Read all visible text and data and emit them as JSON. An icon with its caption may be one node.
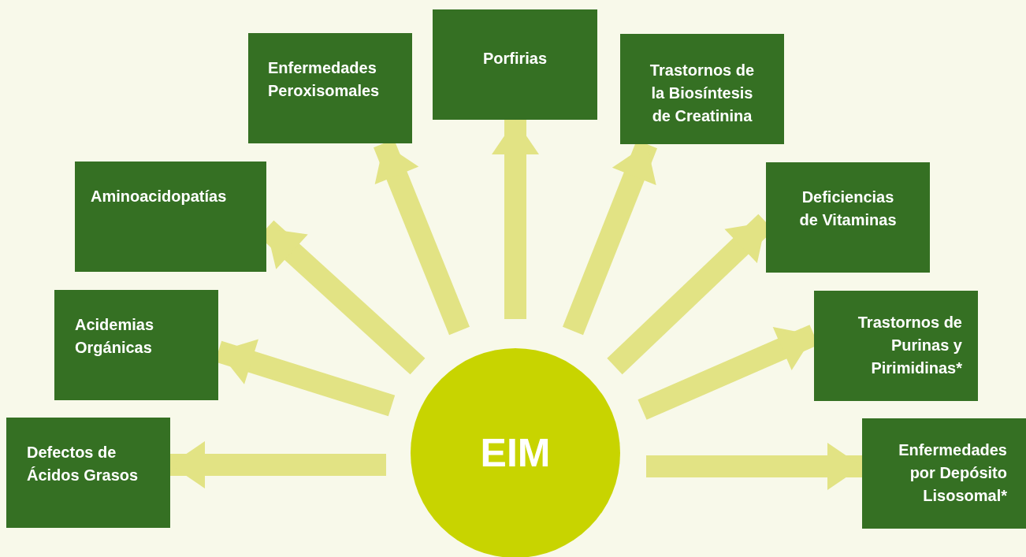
{
  "diagram": {
    "nodes": [
      {
        "text": [
          "EIM"
        ]
      },
      {
        "text": [
          "Defectos de Ácidos Grasos"
        ]
      },
      {
        "text": [
          "Acidemias Orgánicas"
        ]
      },
      {
        "text": [
          "Aminoacidopatías"
        ]
      },
      {
        "text": [
          "Enfermedades Peroxisomales"
        ]
      },
      {
        "text": [
          "Porfirias"
        ]
      },
      {
        "text": [
          "Trastornos de la Biosíntesis de Creatinina"
        ]
      },
      {
        "text": [
          "Deficiencias de Vitaminas"
        ]
      },
      {
        "text": [
          "Trastornos de Purinas y Pirimidinas*"
        ]
      },
      {
        "text": [
          "Enfermedades por Depósito Lisosomal*"
        ]
      }
    ],
    "edges": [
      {
        "from": 0,
        "to": 1,
        "arrow": "to"
      },
      {
        "from": 0,
        "to": 2,
        "arrow": "to"
      },
      {
        "from": 0,
        "to": 3,
        "arrow": "to"
      },
      {
        "from": 0,
        "to": 4,
        "arrow": "to"
      },
      {
        "from": 0,
        "to": 5,
        "arrow": "to"
      },
      {
        "from": 0,
        "to": 6,
        "arrow": "to"
      },
      {
        "from": 0,
        "to": 7,
        "arrow": "to"
      },
      {
        "from": 0,
        "to": 8,
        "arrow": "to"
      },
      {
        "from": 0,
        "to": 9,
        "arrow": "to"
      }
    ]
  }
}
